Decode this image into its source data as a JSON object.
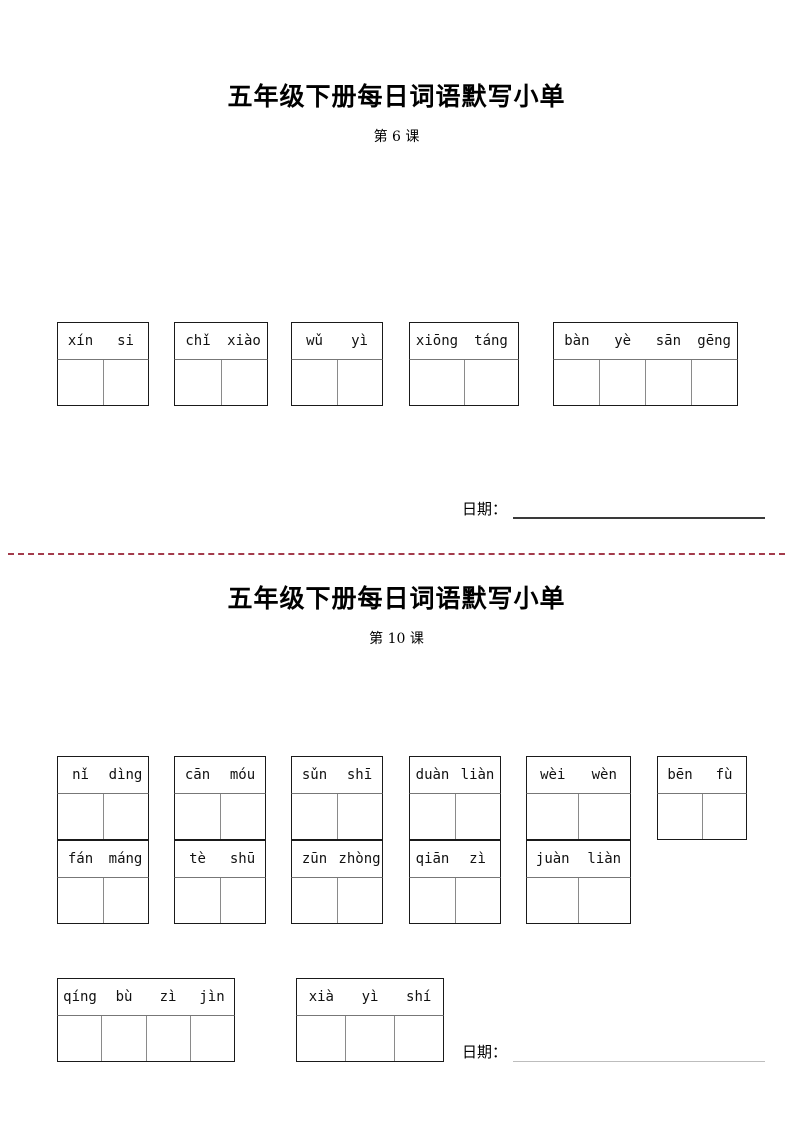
{
  "document": {
    "title": "五年级下册每日词语默写小单"
  },
  "sections": [
    {
      "id": "section-1",
      "title": "五年级下册每日词语默写小单",
      "lesson": "第 6 课",
      "date_label": "日期：",
      "date_value": "",
      "rows": [
        {
          "blocks": [
            {
              "pinyin": [
                "xín",
                "si"
              ],
              "cells": 2
            },
            {
              "pinyin": [
                "chǐ",
                "xiào"
              ],
              "cells": 2
            },
            {
              "pinyin": [
                "wǔ",
                "yì"
              ],
              "cells": 2
            },
            {
              "pinyin": [
                "xiōng",
                "táng"
              ],
              "cells": 2
            },
            {
              "pinyin": [
                "bàn",
                "yè",
                "sān",
                "gēng"
              ],
              "cells": 4
            }
          ]
        }
      ]
    },
    {
      "id": "section-2",
      "title": "五年级下册每日词语默写小单",
      "lesson": "第 10 课",
      "date_label": "日期：",
      "date_value": "",
      "columns": [
        {
          "units": [
            {
              "pinyin": [
                "nǐ",
                "dìng"
              ],
              "cells": 2
            },
            {
              "pinyin": [
                "fán",
                "máng"
              ],
              "cells": 2
            }
          ]
        },
        {
          "units": [
            {
              "pinyin": [
                "cān",
                "móu"
              ],
              "cells": 2
            },
            {
              "pinyin": [
                "tè",
                "shū"
              ],
              "cells": 2
            }
          ]
        },
        {
          "units": [
            {
              "pinyin": [
                "sǔn",
                "shī"
              ],
              "cells": 2
            },
            {
              "pinyin": [
                "zūn",
                "zhòng"
              ],
              "cells": 2
            }
          ]
        },
        {
          "units": [
            {
              "pinyin": [
                "duàn",
                "liàn"
              ],
              "cells": 2
            },
            {
              "pinyin": [
                "qiān",
                "zì"
              ],
              "cells": 2
            }
          ]
        },
        {
          "units": [
            {
              "pinyin": [
                "wèi",
                "wèn"
              ],
              "cells": 2
            },
            {
              "pinyin": [
                "juàn",
                "liàn"
              ],
              "cells": 2
            }
          ]
        },
        {
          "units": [
            {
              "pinyin": [
                "bēn",
                "fù"
              ],
              "cells": 2
            }
          ]
        }
      ],
      "bottom_blocks": [
        {
          "pinyin": [
            "qíng",
            "bù",
            "zì",
            "jìn"
          ],
          "cells": 4
        },
        {
          "pinyin": [
            "xià",
            "yì",
            "shí"
          ],
          "cells": 3
        }
      ]
    }
  ],
  "divider": {
    "style": "dashed",
    "color": "#a33b4b"
  }
}
